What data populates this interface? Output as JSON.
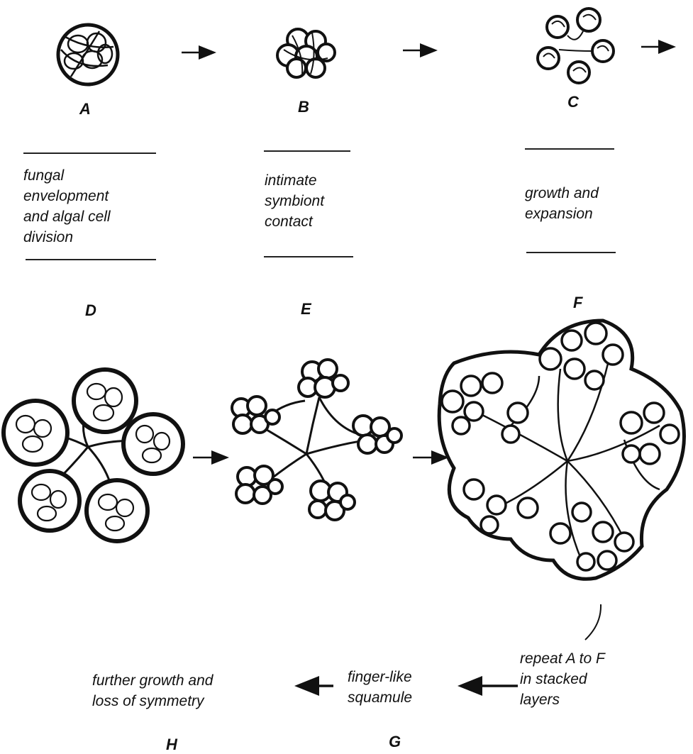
{
  "letters": {
    "A": "A",
    "B": "B",
    "C": "C",
    "D": "D",
    "E": "E",
    "F": "F",
    "G": "G",
    "H": "H"
  },
  "captions": {
    "D": "fungal\nenvelopment\nand algal cell\ndivision",
    "E": "intimate\nsymbiont\ncontact",
    "F": "growth and\nexpansion",
    "repeat": "repeat  A to  F\nin  stacked\nlayers",
    "G": "finger-like\nsquamule",
    "H": "further growth and\nloss of symmetry"
  },
  "colors": {
    "ink": "#111111",
    "background": "#ffffff"
  }
}
